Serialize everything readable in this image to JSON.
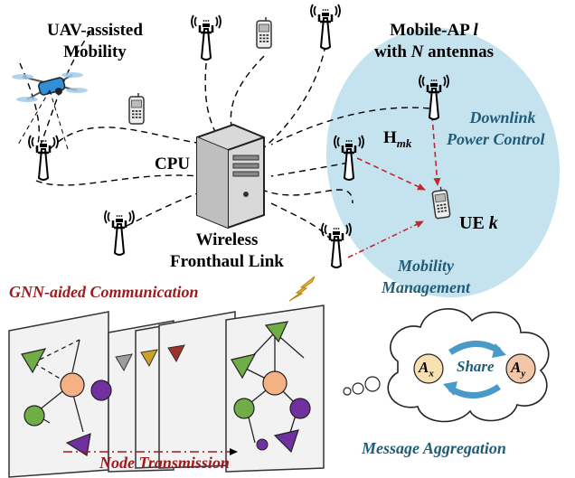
{
  "labels": {
    "uav_line1": "UAV-assisted",
    "uav_line2": "Mobility",
    "mobile_ap_line1": "Mobile-AP ",
    "mobile_ap_l": "l",
    "mobile_ap_line2_pre": "with ",
    "mobile_ap_n": "N",
    "mobile_ap_line2_post": " antennas",
    "downlink_line1": "Downlink",
    "downlink_line2": "Power Control",
    "channel_h": "H",
    "channel_sub": "mk",
    "cpu": "CPU",
    "ue": "UE ",
    "ue_k": "k",
    "wireless_line1": "Wireless",
    "wireless_line2": "Fronthaul Link",
    "mobility_line1": "Mobility",
    "mobility_line2": "Management",
    "gnn_title": "GNN-aided Communication",
    "node_transmission": "Node Transmission",
    "share": "Share",
    "ax_main": "A",
    "ax_sub": "x",
    "ay_main": "A",
    "ay_sub": "y",
    "message_aggregation": "Message Aggregation"
  },
  "colors": {
    "ellipse_fill": "#c5e3ee",
    "blue_text": "#1f5c78",
    "red_text": "#a0191c",
    "node_orange": "#f4b183",
    "node_green": "#70ad47",
    "node_purple": "#7030a0",
    "node_gray": "#9e9e9e",
    "node_gold": "#c9a227",
    "node_red": "#a0302a",
    "share_arrow": "#4a9ac9"
  },
  "icons": [
    "drone-icon",
    "antenna-tower-icon",
    "mobile-phone-icon",
    "server-icon",
    "cloud-icon",
    "lightning-arrow-icon"
  ]
}
